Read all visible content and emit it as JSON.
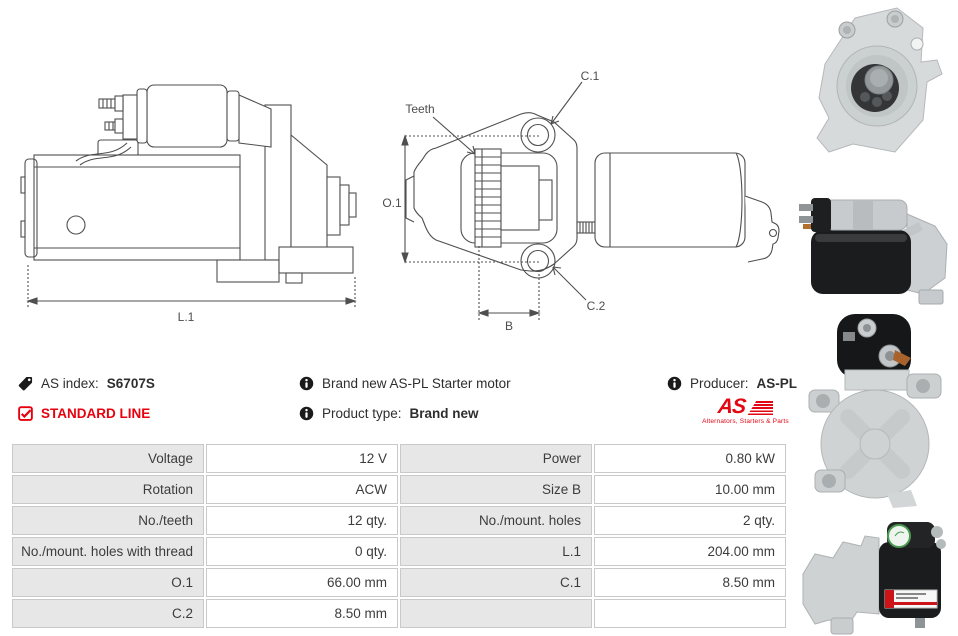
{
  "diagram": {
    "l1": "L.1",
    "o1": "O.1",
    "b": "B",
    "c1": "C.1",
    "c2": "C.2",
    "teeth": "Teeth"
  },
  "info": {
    "as_index_label": "AS index:",
    "as_index_value": "S6707S",
    "standard_line": "STANDARD LINE",
    "brand_new_text": "Brand new AS-PL Starter motor",
    "product_type_label": "Product type:",
    "product_type_value": "Brand new",
    "producer_label": "Producer:",
    "producer_value": "AS-PL",
    "logo_text": "AS",
    "logo_subtext": "Alternators, Starters & Parts"
  },
  "colors": {
    "accent_red": "#e8000e",
    "logo_red": "#e30613",
    "table_label_bg": "#e7e7e7",
    "table_border": "#c9c9c9"
  },
  "table": {
    "rows": [
      {
        "label1": "Voltage",
        "value1": "12 V",
        "label2": "Power",
        "value2": "0.80 kW"
      },
      {
        "label1": "Rotation",
        "value1": "ACW",
        "label2": "Size B",
        "value2": "10.00 mm"
      },
      {
        "label1": "No./teeth",
        "value1": "12 qty.",
        "label2": "No./mount. holes",
        "value2": "2 qty."
      },
      {
        "label1": "No./mount. holes with thread",
        "value1": "0 qty.",
        "label2": "L.1",
        "value2": "204.00 mm"
      },
      {
        "label1": "O.1",
        "value1": "66.00 mm",
        "label2": "C.1",
        "value2": "8.50 mm"
      },
      {
        "label1": "C.2",
        "value1": "8.50 mm",
        "label2": "",
        "value2": ""
      }
    ]
  }
}
